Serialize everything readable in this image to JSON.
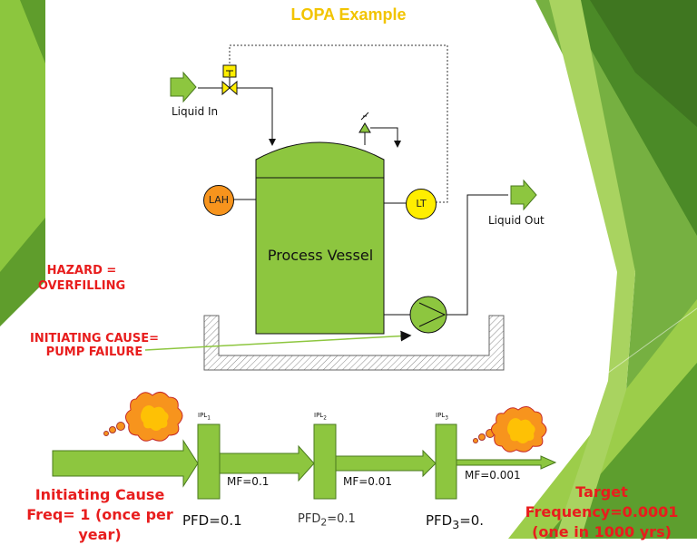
{
  "title": "LOPA Example",
  "labels": {
    "liquid_in": "Liquid In",
    "liquid_out": "Liquid Out",
    "vessel": "Process Vessel",
    "lah": "LAH",
    "lt": "LT"
  },
  "hazard": {
    "line1": "HAZARD =",
    "line2": "OVERFILLING"
  },
  "initiating": {
    "line1": "INITIATING CAUSE=",
    "line2": "PUMP FAILURE"
  },
  "ipl": [
    {
      "name": "IPL",
      "sub": "1",
      "mf": "MF=0.1",
      "pfd": "PFD=0.1"
    },
    {
      "name": "IPL",
      "sub": "2",
      "mf": "MF=0.01",
      "pfd_pre": "PFD",
      "pfd_sub": "2",
      "pfd_post": "=0.1"
    },
    {
      "name": "IPL",
      "sub": "3",
      "mf": "MF=0.001",
      "pfd_pre": "PFD",
      "pfd_sub": "3",
      "pfd_post": "=0."
    }
  ],
  "initiating_cause": {
    "line1": "Initiating Cause",
    "line2": "Freq= 1 (once per",
    "line3": "year)"
  },
  "target": {
    "line1": "Target",
    "line2": "Frequency=0.0001",
    "line3": "(one in 1000 yrs)"
  },
  "colors": {
    "green": "#8dc63f",
    "title": "#f2c400",
    "red": "#e81d1d",
    "orange": "#f7941d",
    "yellow": "#ffee00"
  }
}
